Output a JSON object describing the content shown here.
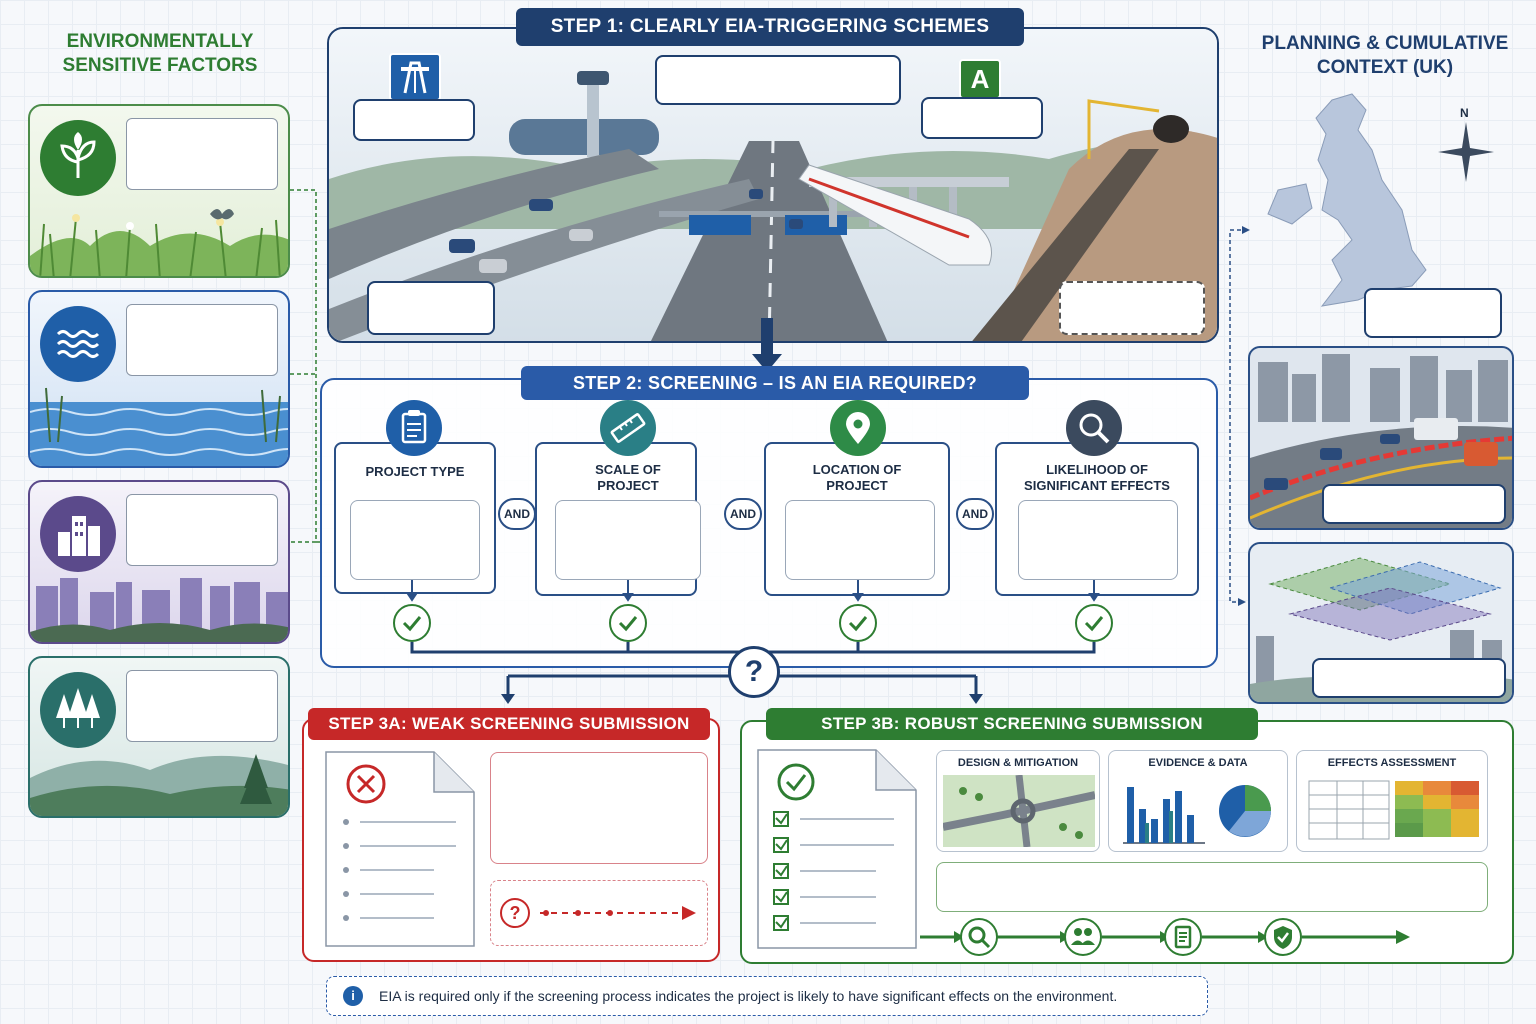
{
  "left": {
    "title_line1": "ENVIRONMENTALLY",
    "title_line2": "SENSITIVE FACTORS",
    "cards": [
      {
        "icon": "leaf-icon",
        "color": "#2e7d32"
      },
      {
        "icon": "water-waves-icon",
        "color": "#1f5fa8"
      },
      {
        "icon": "buildings-icon",
        "color": "#5b4a8b"
      },
      {
        "icon": "trees-icon",
        "color": "#2a6f6a"
      }
    ]
  },
  "step1": {
    "title": "STEP 1: CLEARLY EIA-TRIGGERING SCHEMES",
    "road_sign_letter": "A"
  },
  "step2": {
    "title": "STEP 2: SCREENING – IS AN EIA REQUIRED?",
    "criteria": [
      {
        "label_line1": "PROJECT TYPE",
        "label_line2": "",
        "icon": "clipboard-icon",
        "color": "#1f5fa8"
      },
      {
        "label_line1": "SCALE OF",
        "label_line2": "PROJECT",
        "icon": "ruler-icon",
        "color": "#2a7f86"
      },
      {
        "label_line1": "LOCATION OF",
        "label_line2": "PROJECT",
        "icon": "location-pin-icon",
        "color": "#2e8b47"
      },
      {
        "label_line1": "LIKELIHOOD OF",
        "label_line2": "SIGNIFICANT EFFECTS",
        "icon": "magnifier-icon",
        "color": "#3b4a5e"
      }
    ],
    "and_label": "AND",
    "decision_symbol": "?"
  },
  "right": {
    "title_line1": "PLANNING & CUMULATIVE",
    "title_line2": "CONTEXT (UK)",
    "compass_label": "N"
  },
  "step3a": {
    "title": "STEP 3A: WEAK SCREENING SUBMISSION",
    "question_symbol": "?"
  },
  "step3b": {
    "title": "STEP 3B: ROBUST SCREENING SUBMISSION",
    "sections": [
      {
        "label": "DESIGN & MITIGATION"
      },
      {
        "label": "EVIDENCE & DATA"
      },
      {
        "label": "EFFECTS ASSESSMENT"
      }
    ],
    "process_icons": [
      "magnifier-icon",
      "people-icon",
      "document-icon",
      "shield-check-icon"
    ]
  },
  "info": {
    "text": "EIA is required only if the screening process indicates the project is likely to have significant effects on the environment.",
    "icon_letter": "i"
  },
  "colors": {
    "navy": "#1f3f6e",
    "blue": "#2a5ba8",
    "green": "#2e7d32",
    "red": "#c62828"
  }
}
